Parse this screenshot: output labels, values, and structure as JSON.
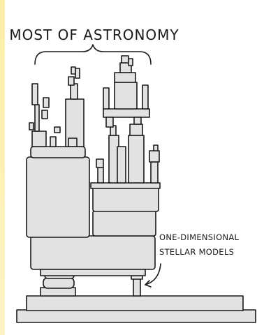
{
  "caption": {
    "top_label": "MOST OF ASTRONOMY",
    "callout_line_1": "ONE-DIMENSIONAL",
    "callout_line_2": "STELLAR MODELS"
  },
  "colors": {
    "frame_accent": "#fdeea8",
    "panel_background": "#ffffff",
    "block_fill": "#e2e2e2",
    "ink": "#1a1a1a"
  }
}
